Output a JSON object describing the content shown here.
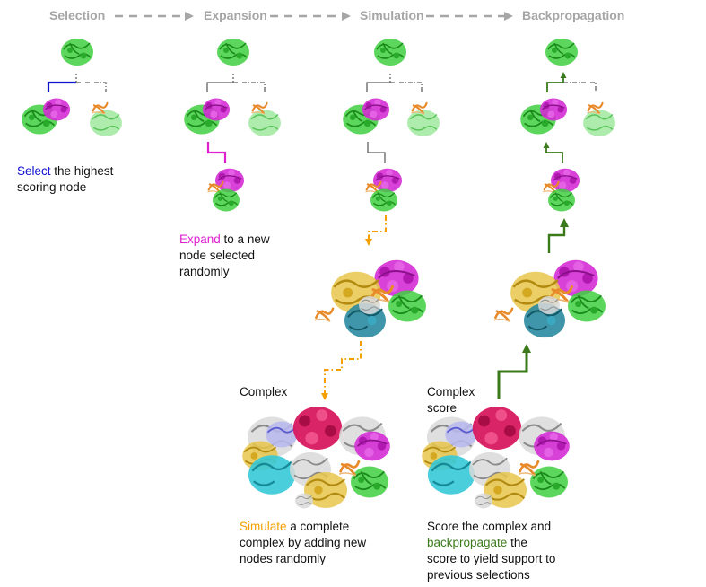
{
  "stages": [
    {
      "label": "Selection"
    },
    {
      "label": "Expansion"
    },
    {
      "label": "Simulation"
    },
    {
      "label": "Backpropagation"
    }
  ],
  "captions": {
    "selection": {
      "highlight": "Select",
      "rest_line1": " the highest",
      "line2": "scoring node"
    },
    "expansion": {
      "highlight": "Expand",
      "rest_line1": " to a new",
      "line2": "node selected",
      "line3": "randomly"
    },
    "simulation": {
      "highlight": "Simulate",
      "rest_line1": " a complete",
      "line2": "complex by adding new",
      "line3": "nodes randomly"
    },
    "backprop": {
      "line1": "Score the complex and",
      "highlight": "backpropagate",
      "rest_line2": " the",
      "line3": "score to yield support to",
      "line4": "previous selections"
    }
  },
  "labels": {
    "complex_sim": "Complex",
    "complex_bp_line1": "Complex",
    "complex_bp_line2": "score"
  },
  "colors": {
    "stage_text": "#a6a6a6",
    "select": "#1010d0",
    "expand": "#e020d0",
    "simulate": "#f5a000",
    "backprop": "#3a7a1a",
    "tree_gray": "#606060",
    "protein_green": "#3fcf3f",
    "protein_magenta": "#d42ed4",
    "protein_orange": "#e88a2a",
    "protein_yellow": "#e8c64a",
    "protein_teal": "#2a8aa0",
    "protein_cyan": "#36c9d8",
    "protein_crimson": "#d81860"
  }
}
